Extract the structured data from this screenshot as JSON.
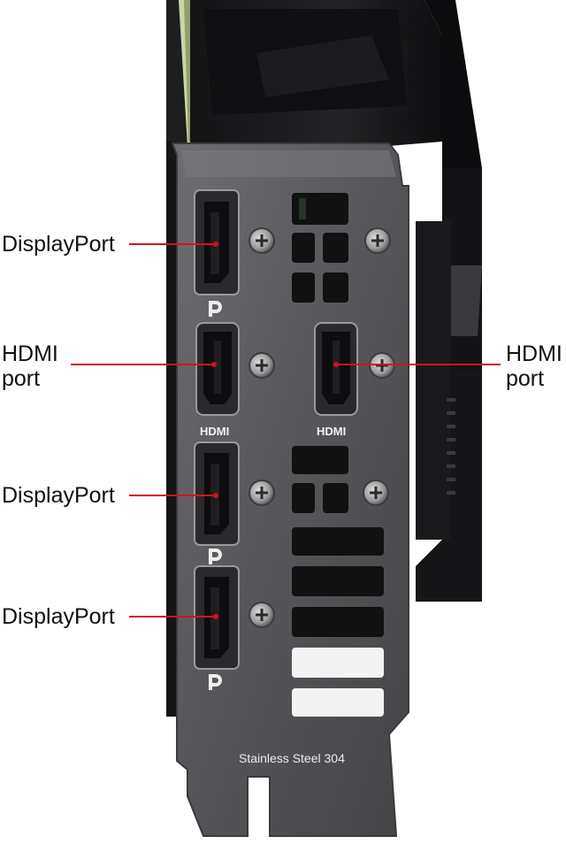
{
  "callouts": [
    {
      "id": "dp1",
      "text": "DisplayPort"
    },
    {
      "id": "hdmi_left_line1",
      "text": "HDMI"
    },
    {
      "id": "hdmi_left_line2",
      "text": "port"
    },
    {
      "id": "hdmi_right_line1",
      "text": "HDMI"
    },
    {
      "id": "hdmi_right_line2",
      "text": "port"
    },
    {
      "id": "dp2",
      "text": "DisplayPort"
    },
    {
      "id": "dp3",
      "text": "DisplayPort"
    }
  ],
  "port_labels": {
    "hdmi_left": "HDMI",
    "hdmi_right": "HDMI"
  },
  "bracket_text": "Stainless Steel 304",
  "colors": {
    "leader_line": "#d0141e",
    "bracket": "#5b5b5e",
    "shroud": "#1a1a1c",
    "background": "#ffffff"
  },
  "icons": [
    "displayport-logo-icon",
    "screw-icon"
  ]
}
